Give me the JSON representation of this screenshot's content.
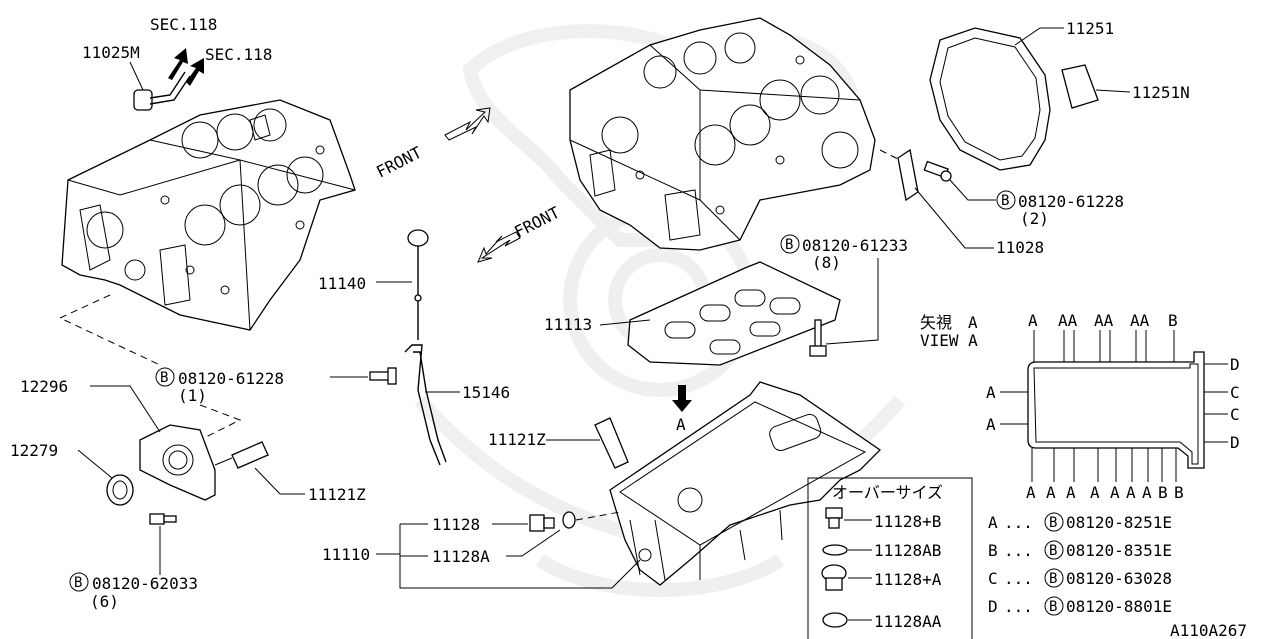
{
  "labels": {
    "sec_118_a": "SEC.118",
    "sec_118_b": "SEC.118",
    "p11025m": "11025M",
    "front_a": "FRONT",
    "front_b": "FRONT",
    "p11251": "11251",
    "p11251n": "11251N",
    "bolt_08120_61228_top": "08120-61228",
    "qty_2": "(2)",
    "p11028": "11028",
    "bolt_08120_61233": "08120-61233",
    "qty_8": "(8)",
    "p11140": "11140",
    "p11113": "11113",
    "bolt_08120_61228_left": "08120-61228",
    "qty_1": "(1)",
    "p15146": "15146",
    "p12296": "12296",
    "p12279": "12279",
    "p11121z_left": "11121Z",
    "p11121z_pan": "11121Z",
    "arrow_a": "A",
    "p11128": "11128",
    "p11110": "11110",
    "p11128a": "11128A",
    "bolt_08120_62033": "08120-62033",
    "qty_6": "(6)",
    "view_a_jp": "矢視　A",
    "view_a_en": "VIEW A",
    "oversize_title": "オーバーサイズ",
    "os_1": "11128+B",
    "os_2": "11128AB",
    "os_3": "11128+A",
    "os_4": "11128AA",
    "diagram_id": "A110A267",
    "b_mark": "B"
  },
  "view_a": {
    "top_letters": [
      "A",
      "AA",
      "AA",
      "AA",
      "B"
    ],
    "bottom_letters": [
      "A",
      "A",
      "A",
      "A",
      "A",
      "A",
      "A",
      "B",
      "B"
    ],
    "left_letters": [
      "A",
      "A"
    ],
    "right_letters": [
      "D",
      "C",
      "C",
      "D"
    ]
  },
  "legend": [
    {
      "key": "A",
      "dots": "...",
      "part": "08120-8251E"
    },
    {
      "key": "B",
      "dots": "...",
      "part": "08120-8351E"
    },
    {
      "key": "C",
      "dots": "...",
      "part": "08120-63028"
    },
    {
      "key": "D",
      "dots": "...",
      "part": "08120-8801E"
    }
  ]
}
